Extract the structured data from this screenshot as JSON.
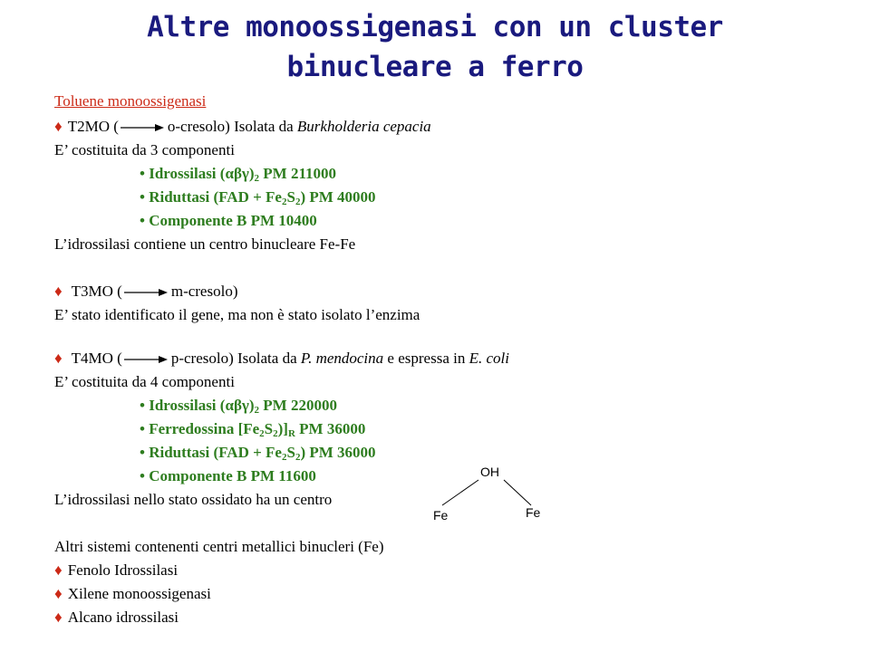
{
  "title": {
    "line1": "Altre monoossigenasi con un cluster",
    "line2": "binucleare a ferro"
  },
  "colors": {
    "title": "#1a1a7e",
    "heading": "#cc2a17",
    "bullet": "#cc2a17",
    "highlight": "#2e7d1f"
  },
  "toluene_heading": "Toluene monoossigenasi",
  "t2mo": {
    "diamond": "♦",
    "name": "T2MO (",
    "product": "o-cresolo)",
    "isolated": "Isolata da",
    "organism": "Burkholderia cepacia",
    "components": "E’ costituita da 3 componenti",
    "items": {
      "a_pre": "• Idrossilasi (",
      "a_greek": "αβγ",
      "a_close": ")",
      "a_sub": "2",
      "a_post": " PM 211000",
      "b_pre": "• Riduttasi (FAD + Fe",
      "b_sub1": "2",
      "b_mid": "S",
      "b_sub2": "2",
      "b_post": ") PM 40000",
      "c": "• Componente B PM 10400"
    },
    "note": "L’idrossilasi contiene un centro binucleare Fe-Fe"
  },
  "t3mo": {
    "diamond": "♦",
    "name": "T3MO (",
    "product": "m-cresolo)",
    "note": "E’ stato identificato il gene, ma non è stato isolato l’enzima"
  },
  "t4mo": {
    "diamond": "♦",
    "name": "T4MO (",
    "product": "p-cresolo)",
    "isolated": "Isolata da",
    "organism": "P. mendocina",
    "expressed": "e espressa in",
    "host": "E. coli",
    "components": "E’ costituita da 4 componenti",
    "items": {
      "a_pre": "• Idrossilasi (",
      "a_greek": "αβγ",
      "a_close": ")",
      "a_sub": "2",
      "a_post": " PM 220000",
      "b_pre": "• Ferredossina [Fe",
      "b_sub1": "2",
      "b_mid": "S",
      "b_sub2": "2",
      "b_close": ")]",
      "b_sub3": "R",
      "b_post": " PM 36000",
      "c_pre": "• Riduttasi (FAD + Fe",
      "c_sub1": "2",
      "c_mid": "S",
      "c_sub2": "2",
      "c_post": ") PM 36000",
      "d": "• Componente B PM 11600"
    },
    "note": "L’idrossilasi nello stato ossidato ha un centro"
  },
  "structure": {
    "top": "OH",
    "left": "Fe",
    "right": "Fe"
  },
  "others": {
    "heading": "Altri sistemi contenenti centri metallici binucleri (Fe)",
    "items": [
      {
        "diamond": "♦",
        "label": "Fenolo Idrossilasi"
      },
      {
        "diamond": "♦",
        "label": "Xilene monoossigenasi"
      },
      {
        "diamond": "♦",
        "label": "Alcano idrossilasi"
      }
    ]
  }
}
